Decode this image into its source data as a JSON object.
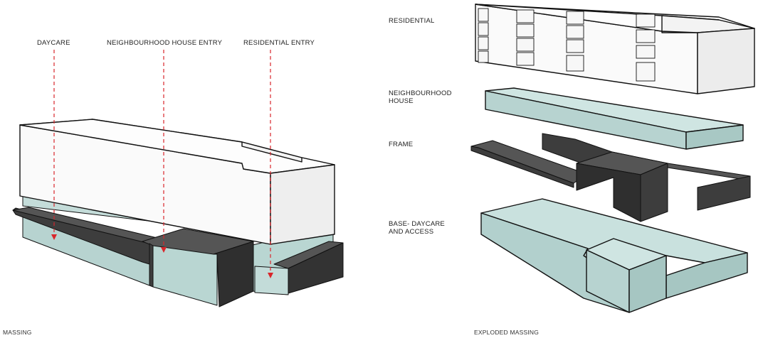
{
  "colors": {
    "white_mass": "#fbfbfb",
    "white_side": "#efefef",
    "aqua_top": "#c9e1de",
    "aqua_side": "#b2d0cd",
    "dark": "#3d3d3d",
    "dark_top": "#555555",
    "arrow": "#d9262b"
  },
  "massing": {
    "labels": {
      "daycare": "DAYCARE",
      "neighbourhood_entry": "NEIGHBOURHOOD HOUSE ENTRY",
      "residential_entry": "RESIDENTIAL ENTRY"
    },
    "caption": "MASSING"
  },
  "exploded": {
    "labels": {
      "residential": "RESIDENTIAL",
      "neighbourhood_line1": "NEIGHBOURHOOD",
      "neighbourhood_line2": "HOUSE",
      "frame": "FRAME",
      "base_line1": "BASE- DAYCARE",
      "base_line2": "AND ACCESS"
    },
    "caption": "EXPLODED MASSING"
  }
}
